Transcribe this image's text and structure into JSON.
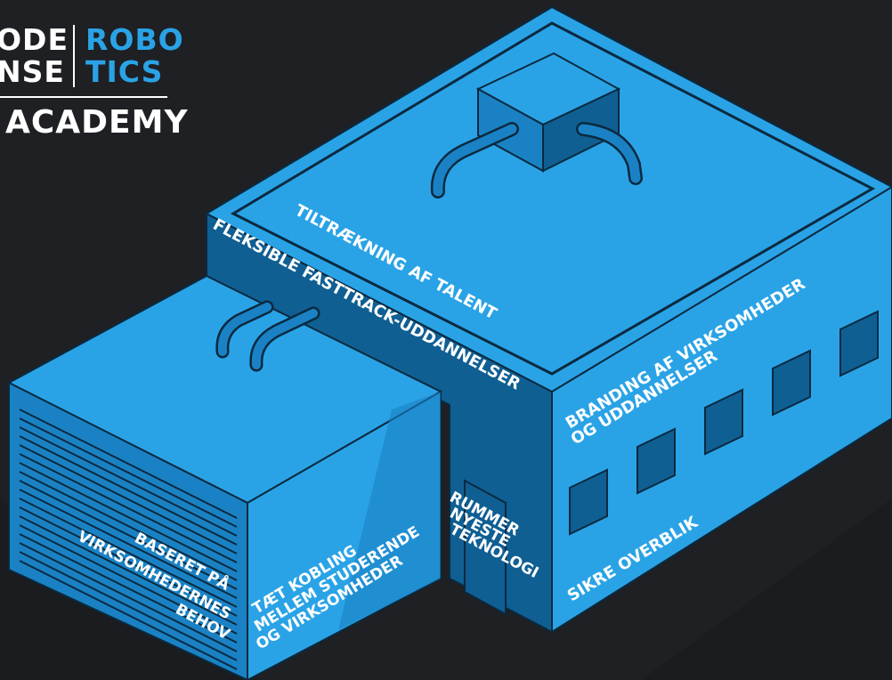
{
  "logo": {
    "line1_left": "ODE",
    "line2_left": "NSE",
    "line1_right": "ROBO",
    "line2_right": "TICS",
    "academy": "ACADEMY"
  },
  "labels": {
    "roof_top": "TILTRÆKNING AF TALENT",
    "roof_edge": "FLEKSIBLE FASTTRACK-UDDANNELSER",
    "branding_1": "BRANDING AF VIRKSOMHEDER",
    "branding_2": "OG UDDANNELSER",
    "overview": "SIKRE OVERBLIK",
    "tech_1": "RUMMER",
    "tech_2": "NYESTE",
    "tech_3": "TEKNOLOGI",
    "link_1": "TÆT KOBLING",
    "link_2": "MELLEM STUDERENDE",
    "link_3": "OG VIRKSOMHEDER",
    "needs_1": "BASERET PÅ",
    "needs_2": "VIRKSOMHEDERNES",
    "needs_3": "BEHOV"
  },
  "colors": {
    "background": "#1e2024",
    "building_light": "#2aa3e6",
    "building_mid": "#1a82c4",
    "building_dark": "#0f5f93",
    "outline": "#0a2a40"
  }
}
